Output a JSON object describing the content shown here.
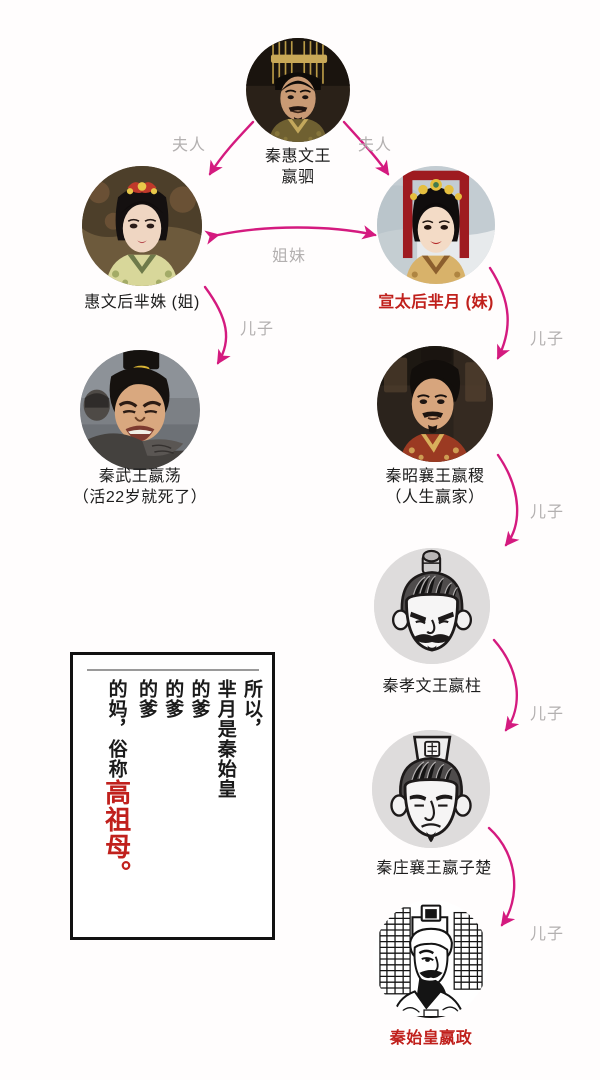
{
  "meta": {
    "title": "秦始皇家族关系图",
    "background_color": "#fffdfd",
    "arrow_color": "#d41a7f",
    "edge_label_color": "#b3b0b0",
    "highlight_color": "#c0201c"
  },
  "nodes": [
    {
      "id": "qin-huiwen-wang",
      "name": "秦惠文王\n嬴驷",
      "avatar": "emperor-huiwen-photo",
      "highlight": false
    },
    {
      "id": "huiwenhou-mishu",
      "name": "惠文后芈姝 (姐)",
      "avatar": "queen-huiwenhou-photo",
      "highlight": false
    },
    {
      "id": "xuantaihou-miyue",
      "name": "宣太后芈月 (妹)",
      "avatar": "queen-xuantaihou-photo",
      "highlight": true
    },
    {
      "id": "qin-wu-wang",
      "name": "秦武王嬴荡\n（活22岁就死了）",
      "avatar": "king-wu-photo",
      "highlight": false
    },
    {
      "id": "qin-zhaoxiang-wang",
      "name": "秦昭襄王嬴稷\n（人生赢家）",
      "avatar": "king-zhaoxiang-photo",
      "highlight": false
    },
    {
      "id": "qin-xiaowen-wang",
      "name": "秦孝文王嬴柱",
      "avatar": "king-xiaowen-cartoon",
      "highlight": false
    },
    {
      "id": "qin-zhuangxiang-wang",
      "name": "秦庄襄王嬴子楚",
      "avatar": "king-zhuangxiang-cartoon",
      "highlight": false
    },
    {
      "id": "qin-shihuang",
      "name": "秦始皇嬴政",
      "avatar": "qin-shihuang-drawing",
      "highlight": true
    }
  ],
  "edges": [
    {
      "id": "e1",
      "from": "qin-huiwen-wang",
      "to": "huiwenhou-mishu",
      "label": "夫人"
    },
    {
      "id": "e2",
      "from": "qin-huiwen-wang",
      "to": "xuantaihou-miyue",
      "label": "夫人"
    },
    {
      "id": "e3",
      "from": "huiwenhou-mishu",
      "to": "xuantaihou-miyue",
      "label": "姐妹"
    },
    {
      "id": "e4",
      "from": "huiwenhou-mishu",
      "to": "qin-wu-wang",
      "label": "儿子"
    },
    {
      "id": "e5",
      "from": "xuantaihou-miyue",
      "to": "qin-zhaoxiang-wang",
      "label": "儿子"
    },
    {
      "id": "e6",
      "from": "qin-zhaoxiang-wang",
      "to": "qin-xiaowen-wang",
      "label": "儿子"
    },
    {
      "id": "e7",
      "from": "qin-xiaowen-wang",
      "to": "qin-zhuangxiang-wang",
      "label": "儿子"
    },
    {
      "id": "e8",
      "from": "qin-zhuangxiang-wang",
      "to": "qin-shihuang",
      "label": "儿子"
    }
  ],
  "note": {
    "columns": [
      {
        "text": "所以，",
        "emphasis": ""
      },
      {
        "text": "芈月是秦始皇",
        "emphasis": ""
      },
      {
        "text": "的爹",
        "emphasis": ""
      },
      {
        "text": "的爹",
        "emphasis": ""
      },
      {
        "text": "的爹",
        "emphasis": ""
      },
      {
        "text": "的妈，俗称",
        "emphasis": "高祖母。"
      }
    ]
  }
}
